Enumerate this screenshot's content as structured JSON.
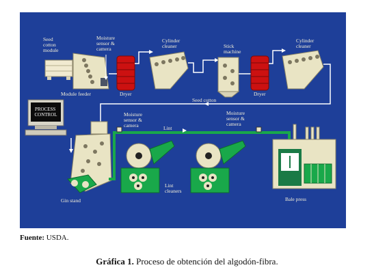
{
  "labels": {
    "seed_cotton_module": [
      "Seed",
      "cotton",
      "module"
    ],
    "moisture_sensor_1": [
      "Moisture",
      "sensor &",
      "camera"
    ],
    "cylinder_cleaner_1": [
      "Cylinder",
      "cleaner"
    ],
    "stick_machine": [
      "Stick",
      "machine"
    ],
    "cylinder_cleaner_2": [
      "Cylinder",
      "cleaner"
    ],
    "module_feeder": "Module feeder",
    "dryer_1": "Dryer",
    "dryer_2": "Dryer",
    "seed_cotton": "Seed cotton",
    "process_control": [
      "PROCESS",
      "CONTROL"
    ],
    "moisture_sensor_2": [
      "Moisture",
      "sensor &",
      "camera"
    ],
    "moisture_sensor_3": [
      "Moisture",
      "sensor &",
      "camera"
    ],
    "lint": "Lint",
    "lint_cleaners": [
      "Lint",
      "cleaners"
    ],
    "gin_stand": "Gin stand",
    "bale_press": "Bale press"
  },
  "source": {
    "label": "Fuente:",
    "value": "USDA."
  },
  "caption": {
    "label": "Gráfica 1.",
    "text": "Proceso de obtención del algodón-fibra."
  },
  "colors": {
    "background": "#1e3f99",
    "machine": "#e9e4c4",
    "dryer": "#cc1111",
    "lint_flow": "#19a84a",
    "label": "#f2eed8"
  }
}
